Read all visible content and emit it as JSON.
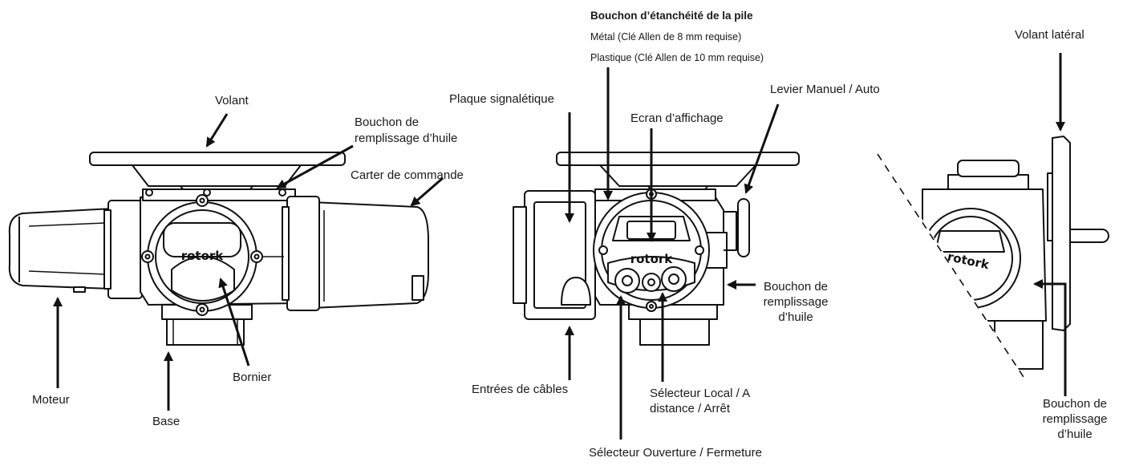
{
  "view1": {
    "brand": "rotork",
    "labels": {
      "volant": "Volant",
      "oil_fill_line1": "Bouchon de",
      "oil_fill_line2": "remplissage d’huile",
      "carter": "Carter de commande",
      "moteur": "Moteur",
      "base": "Base",
      "bornier": "Bornier"
    }
  },
  "view2": {
    "brand": "rotork",
    "labels": {
      "battery_title": "Bouchon d’étanchéité de la pile",
      "battery_metal": "Métal (Clé Allen de 8 mm requise)",
      "battery_plastic": "Plastique (Clé Allen de 10 mm requise)",
      "plaque": "Plaque signalétique",
      "ecran": "Ecran d’affichage",
      "levier": "Levier Manuel / Auto",
      "oil_fill_line1": "Bouchon de",
      "oil_fill_line2": "remplissage",
      "oil_fill_line3": "d’huile",
      "entrees": "Entrées de câbles",
      "selector_local_line1": "Sélecteur Local / A",
      "selector_local_line2": "distance / Arrêt",
      "selector_open": "Sélecteur Ouverture / Fermeture"
    }
  },
  "view3": {
    "brand": "rotork",
    "labels": {
      "volant_lateral": "Volant latéral",
      "oil_fill_line1": "Bouchon de",
      "oil_fill_line2": "remplissage",
      "oil_fill_line3": "d’huile"
    }
  }
}
